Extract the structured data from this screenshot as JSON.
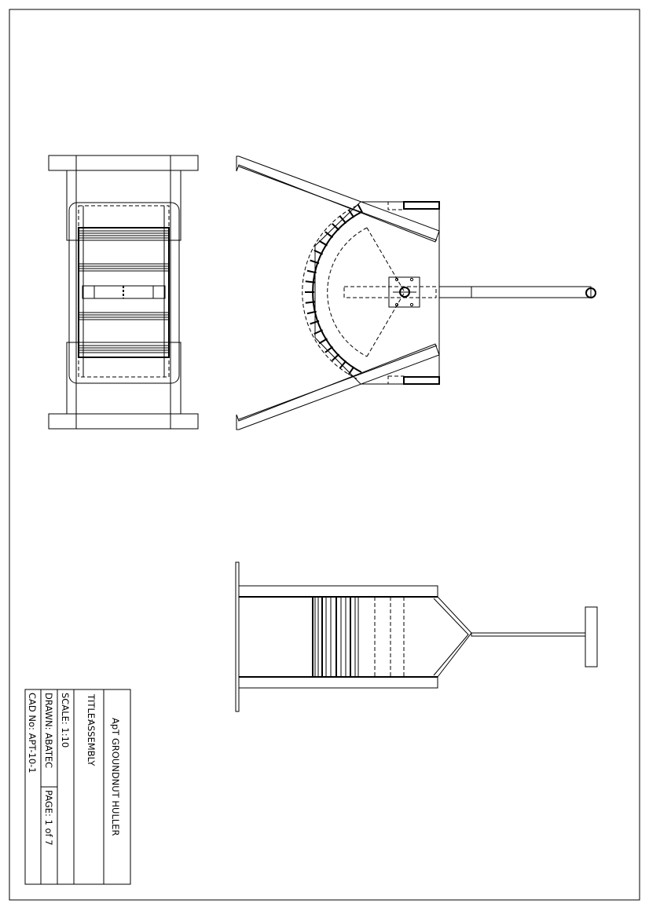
{
  "title_block": {
    "project": "ApT GROUNDNUT HULLER",
    "title_label": "TITLE:",
    "title_value": "ASSEMBLY",
    "scale": "SCALE:  1:10",
    "drawn": "DRAWN:  ABATEC",
    "page": "PAGE:  1  of  7",
    "cad_no": "CAD  No: APT-10-1"
  }
}
